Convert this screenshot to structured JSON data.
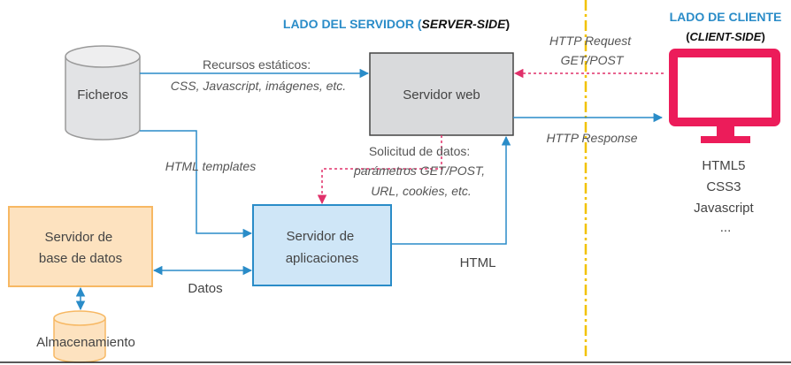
{
  "server_side": {
    "title": "LADO DEL SERVIDOR",
    "subtitle": "SERVER-SIDE"
  },
  "client_side": {
    "title": "LADO DE CLIENTE",
    "subtitle": "CLIENT-SIDE",
    "tech_list": [
      "HTML5",
      "CSS3",
      "Javascript",
      "..."
    ]
  },
  "nodes": {
    "files": "Ficheros",
    "web_server": "Servidor web",
    "app_server": [
      "Servidor de",
      "aplicaciones"
    ],
    "db_server": [
      "Servidor de",
      "base de datos"
    ],
    "storage": "Almacenamiento"
  },
  "edges": {
    "static_resources": [
      "Recursos estáticos:",
      "CSS, Javascript, imágenes, etc."
    ],
    "http_request": [
      "HTTP Request",
      "GET/POST"
    ],
    "http_response": "HTTP Response",
    "html_templates": "HTML templates",
    "data_request": [
      "Solicitud de datos:",
      "parámetros GET/POST,",
      "URL, cookies, etc."
    ],
    "html": "HTML",
    "data": "Datos"
  },
  "colors": {
    "title_blue": "#2a8cc8",
    "arrow_blue": "#2a8cc8",
    "dashed_pink": "#e0306a",
    "monitor_pink": "#ec1c5a",
    "divider_yellow": "#f2c200",
    "web_server_fill": "#d9dadc",
    "app_server_fill": "#cfe6f7",
    "db_server_fill": "#fde2bf",
    "db_server_stroke": "#f7b863"
  }
}
